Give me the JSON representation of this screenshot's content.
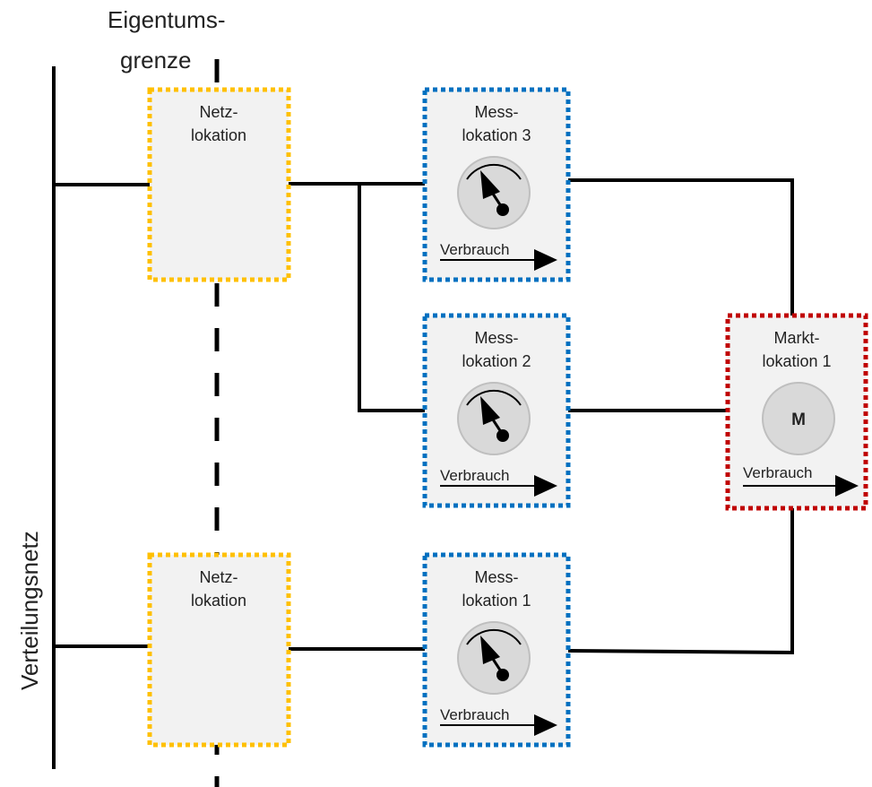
{
  "labels": {
    "boundary_line1": "Eigentums-",
    "boundary_line2": "grenze",
    "grid": "Verteilungsnetz"
  },
  "netzlokationen": [
    {
      "line1": "Netz-",
      "line2": "lokation"
    },
    {
      "line1": "Netz-",
      "line2": "lokation"
    }
  ],
  "messlokationen": [
    {
      "line1": "Mess-",
      "line2": "lokation 3",
      "flow": "Verbrauch"
    },
    {
      "line1": "Mess-",
      "line2": "lokation 2",
      "flow": "Verbrauch"
    },
    {
      "line1": "Mess-",
      "line2": "lokation 1",
      "flow": "Verbrauch"
    }
  ],
  "marktlokation": {
    "line1": "Markt-",
    "line2": "lokation 1",
    "symbol": "M",
    "flow": "Verbrauch"
  },
  "colors": {
    "netz_border": "#FFC000",
    "mess_border": "#0070C0",
    "markt_border": "#C00000",
    "box_fill": "#F2F2F2",
    "meter_fill": "#D9D9D9",
    "line": "#000000"
  }
}
